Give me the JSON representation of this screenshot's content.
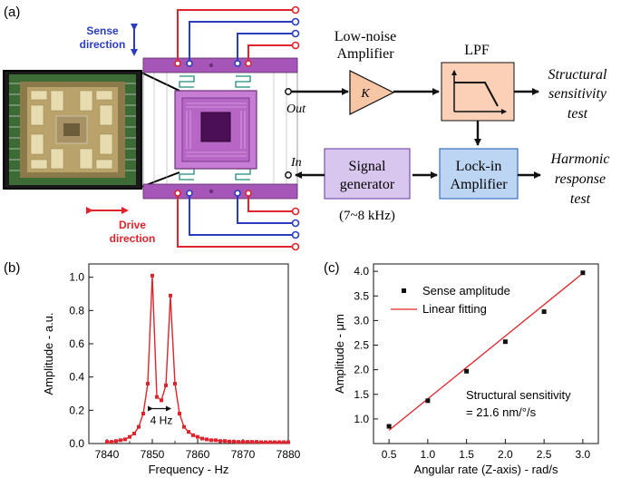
{
  "panel_labels": {
    "a": "(a)",
    "b": "(b)",
    "c": "(c)"
  },
  "setup": {
    "sense_direction": [
      "Sense",
      "direction"
    ],
    "drive_direction": [
      "Drive",
      "direction"
    ],
    "out_label": "Out",
    "in_label": "In",
    "amplifier_title": [
      "Low-noise",
      "Amplifier"
    ],
    "amplifier_gain": "K",
    "lpf_title": "LPF",
    "signal_generator": [
      "Signal",
      "generator"
    ],
    "frequency_range": "(7~8 kHz)",
    "lockin": [
      "Lock-in",
      "Amplifier"
    ],
    "structural_test": [
      "Structural",
      "sensitivity",
      "test"
    ],
    "harmonic_test": [
      "Harmonic",
      "response",
      "test"
    ],
    "colors": {
      "red_wire": "#e0242b",
      "blue_wire": "#2a3dbf",
      "frame": "#a556b8",
      "proof_mass": "#c77dd4",
      "amp_fill": "#f7c6a5",
      "lpf_fill": "#fbd0b7",
      "siggen_fill": "#d9c6ef",
      "lockin_fill": "#bcd5f2"
    }
  },
  "chart_data": [
    {
      "type": "line",
      "panel": "b",
      "xlabel": "Frequency - Hz",
      "ylabel": "Amplitude - a.u.",
      "xlim": [
        7836,
        7880
      ],
      "ylim": [
        0,
        1.08
      ],
      "xticks": [
        7840,
        7850,
        7860,
        7870,
        7880
      ],
      "yticks": [
        0.0,
        0.2,
        0.4,
        0.6,
        0.8,
        1.0
      ],
      "ytick_labels": [
        "0.0",
        "0.2",
        "0.4",
        "0.6",
        "0.8",
        "1.0"
      ],
      "annotation": "4 Hz",
      "color": "#e0242b",
      "grid": false,
      "x": [
        7840,
        7841,
        7842,
        7843,
        7844,
        7845,
        7846,
        7847,
        7848,
        7849,
        7850,
        7851,
        7852,
        7853,
        7854,
        7855,
        7856,
        7857,
        7858,
        7859,
        7860,
        7861,
        7862,
        7863,
        7864,
        7865,
        7866,
        7867,
        7868,
        7869,
        7870,
        7871,
        7872,
        7873,
        7874,
        7875,
        7876,
        7877,
        7878,
        7879,
        7880
      ],
      "y": [
        0.01,
        0.01,
        0.015,
        0.02,
        0.025,
        0.04,
        0.06,
        0.1,
        0.18,
        0.36,
        1.01,
        0.28,
        0.26,
        0.35,
        0.89,
        0.36,
        0.18,
        0.1,
        0.07,
        0.05,
        0.04,
        0.03,
        0.025,
        0.02,
        0.02,
        0.015,
        0.015,
        0.012,
        0.012,
        0.01,
        0.01,
        0.01,
        0.01,
        0.01,
        0.008,
        0.008,
        0.008,
        0.008,
        0.008,
        0.008,
        0.008
      ]
    },
    {
      "type": "scatter",
      "panel": "c",
      "xlabel": "Angular rate (Z-axis) - rad/s",
      "ylabel": "Amplitude - μm",
      "xlim": [
        0.3,
        3.2
      ],
      "ylim": [
        0.5,
        4.15
      ],
      "xticks": [
        0.5,
        1.0,
        1.5,
        2.0,
        2.5,
        3.0
      ],
      "xtick_labels": [
        "0.5",
        "1.0",
        "1.5",
        "2.0",
        "2.5",
        "3.0"
      ],
      "yticks": [
        1.0,
        1.5,
        2.0,
        2.5,
        3.0,
        3.5,
        4.0
      ],
      "ytick_labels": [
        "1.0",
        "1.5",
        "2.0",
        "2.5",
        "3.0",
        "3.5",
        "4.0"
      ],
      "legend": [
        "Sense amplitude",
        "Linear fitting"
      ],
      "legend_position": "top-left",
      "annotation": [
        "Structural sensitivity",
        "= 21.6 nm/°/s"
      ],
      "series": [
        {
          "name": "Sense amplitude",
          "type": "scatter",
          "color": "#111111",
          "x": [
            0.5,
            1.0,
            1.5,
            2.0,
            2.5,
            3.0
          ],
          "y": [
            0.85,
            1.37,
            1.97,
            2.57,
            3.18,
            3.97
          ]
        },
        {
          "name": "Linear fitting",
          "type": "line",
          "color": "#e0242b",
          "x": [
            0.5,
            3.0
          ],
          "y": [
            0.77,
            3.96
          ]
        }
      ],
      "grid": false
    }
  ]
}
